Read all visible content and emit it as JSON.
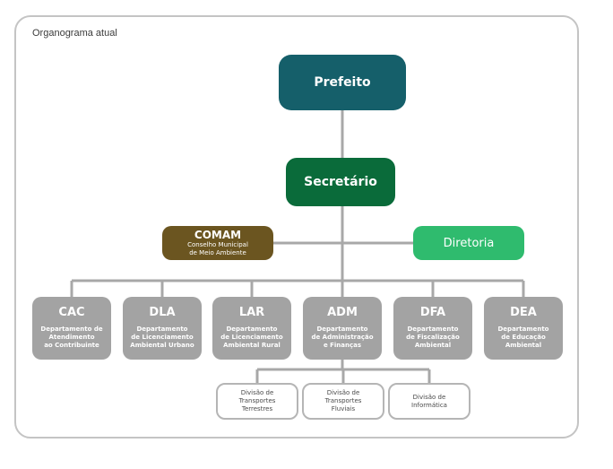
{
  "title": "Organograma atual",
  "prefeito": "Prefeito",
  "secretario": "Secretário",
  "comam": {
    "code": "COMAM",
    "name": "Conselho Municipal\nde Meio Ambiente"
  },
  "diretoria": "Diretoria",
  "departments": [
    {
      "code": "CAC",
      "name": "Departamento de\nAtendimento\nao Contribuinte"
    },
    {
      "code": "DLA",
      "name": "Departamento\nde Licenciamento\nAmbiental Urbano"
    },
    {
      "code": "LAR",
      "name": "Departamento\nde Licenciamento\nAmbiental Rural"
    },
    {
      "code": "ADM",
      "name": "Departamento\nde Administração\ne Finanças"
    },
    {
      "code": "DFA",
      "name": "Departamento\nde Fiscalização\nAmbiental"
    },
    {
      "code": "DEA",
      "name": "Departamento\nde Educação\nAmbiental"
    }
  ],
  "divisions": [
    "Divisão de\nTransportes\nTerrestres",
    "Divisão de\nTransportes\nFluviais",
    "Divisão de\nInformática"
  ],
  "colors": {
    "prefeito": "#155f6a",
    "secretario": "#0a6b3a",
    "comam": "#6b5520",
    "diretoria": "#2fbb6e",
    "department": "#a3a3a3",
    "connector": "#a8a8a8"
  }
}
